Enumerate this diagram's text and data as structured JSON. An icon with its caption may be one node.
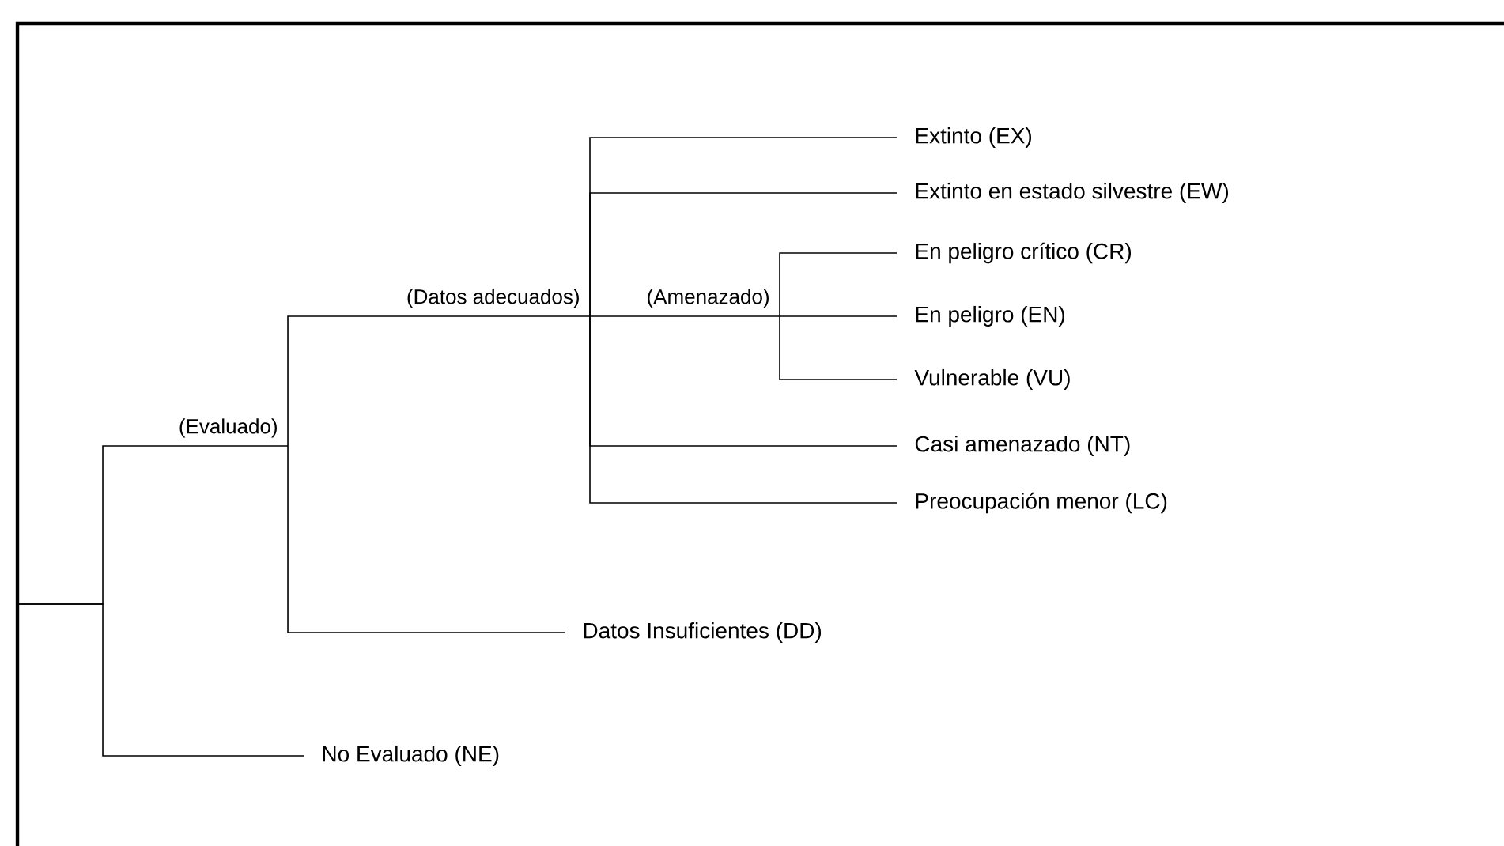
{
  "diagram": {
    "nodes": [
      {
        "text": [
          "(Evaluado)"
        ]
      },
      {
        "text": [
          "No Evaluado (NE)"
        ]
      },
      {
        "text": [
          "(Datos adecuados)"
        ]
      },
      {
        "text": [
          "Datos Insuficientes (DD)"
        ]
      },
      {
        "text": [
          "(Amenazado)"
        ]
      },
      {
        "text": [
          "Extinto (EX)"
        ]
      },
      {
        "text": [
          "Extinto en estado silvestre (EW)"
        ]
      },
      {
        "text": [
          "En peligro crítico  (CR)"
        ]
      },
      {
        "text": [
          "En peligro (EN)"
        ]
      },
      {
        "text": [
          "Vulnerable (VU)"
        ]
      },
      {
        "text": [
          "Casi amenazado (NT)"
        ]
      },
      {
        "text": [
          "Preocupación menor (LC)"
        ]
      }
    ],
    "edges": [
      {
        "from": null,
        "to": 0,
        "arrow": "none"
      },
      {
        "from": null,
        "to": 1,
        "arrow": "none"
      },
      {
        "from": 0,
        "to": 2,
        "arrow": "none"
      },
      {
        "from": 0,
        "to": 3,
        "arrow": "none"
      },
      {
        "from": 2,
        "to": 5,
        "arrow": "none"
      },
      {
        "from": 2,
        "to": 6,
        "arrow": "none"
      },
      {
        "from": 2,
        "to": 4,
        "arrow": "none"
      },
      {
        "from": 2,
        "to": 10,
        "arrow": "none"
      },
      {
        "from": 2,
        "to": 11,
        "arrow": "none"
      },
      {
        "from": 4,
        "to": 7,
        "arrow": "none"
      },
      {
        "from": 4,
        "to": 8,
        "arrow": "none"
      },
      {
        "from": 4,
        "to": 9,
        "arrow": "none"
      }
    ]
  }
}
